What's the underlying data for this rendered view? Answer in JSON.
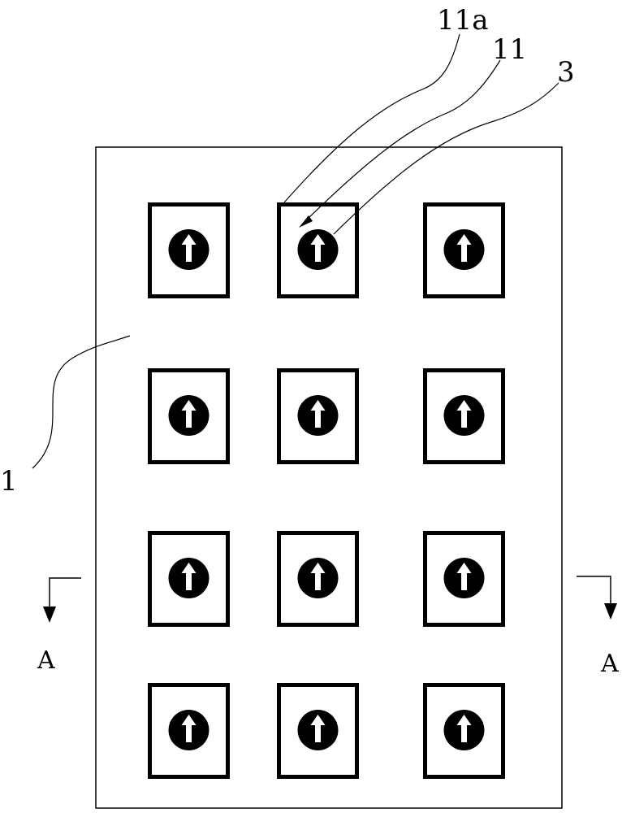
{
  "labels": {
    "plate": "1",
    "cell_edge": "11a",
    "cell": "11",
    "indicator": "3",
    "section_left": "A",
    "section_right": "A"
  },
  "grid": {
    "rows": 4,
    "cols": 3
  },
  "colors": {
    "line": "#000000",
    "background": "#ffffff"
  },
  "icons": {
    "indicator": "up-arrow-in-circle-icon",
    "section_marker": "down-arrow-icon"
  }
}
